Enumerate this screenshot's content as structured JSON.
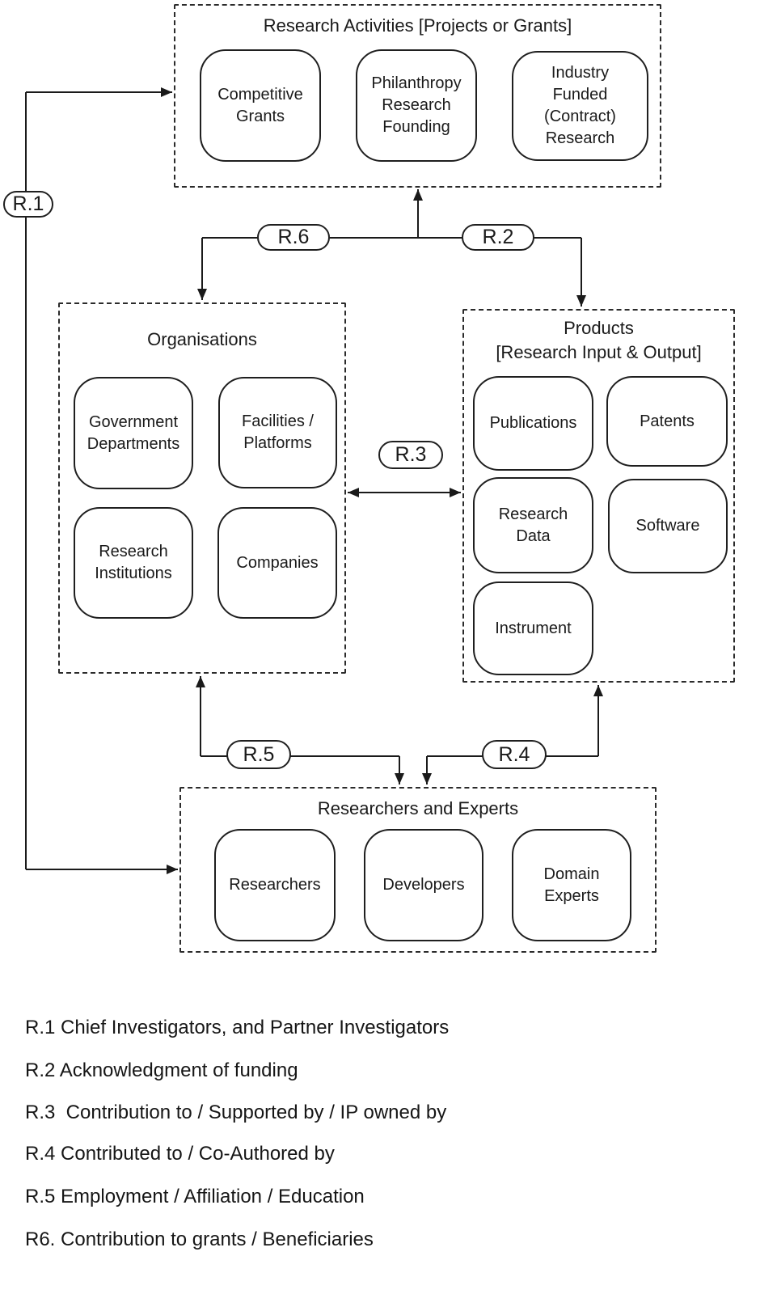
{
  "relations": {
    "r1": "R.1",
    "r2": "R.2",
    "r3": "R.3",
    "r4": "R.4",
    "r5": "R.5",
    "r6": "R.6"
  },
  "groups": {
    "research_activities": {
      "title": "Research Activities [Projects or Grants]",
      "items": {
        "competitive_grants": "Competitive Grants",
        "philanthropy_research_founding": "Philanthropy Research Founding",
        "industry_funded_research": "Industry Funded (Contract) Research"
      }
    },
    "organisations": {
      "title": "Organisations",
      "items": {
        "government_departments": "Government Departments",
        "facilities_platforms": "Facilities / Platforms",
        "research_institutions": "Research Institutions",
        "companies": "Companies"
      }
    },
    "products": {
      "title": "Products",
      "subtitle": "[Research Input & Output]",
      "items": {
        "publications": "Publications",
        "patents": "Patents",
        "research_data": "Research Data",
        "software": "Software",
        "instrument": "Instrument"
      }
    },
    "researchers_experts": {
      "title": "Researchers and Experts",
      "items": {
        "researchers": "Researchers",
        "developers": "Developers",
        "domain_experts": "Domain Experts"
      }
    }
  },
  "legend": {
    "r1": "R.1 Chief Investigators, and Partner Investigators",
    "r2": "R.2 Acknowledgment of funding",
    "r3": "R.3  Contribution to / Supported by / IP owned by",
    "r4": "R.4 Contributed to / Co-Authored by",
    "r5": "R.5 Employment / Affiliation / Education",
    "r6": "R6. Contribution to grants / Beneficiaries"
  },
  "colors": {
    "line": "#1a1a1a",
    "background": "#ffffff"
  }
}
